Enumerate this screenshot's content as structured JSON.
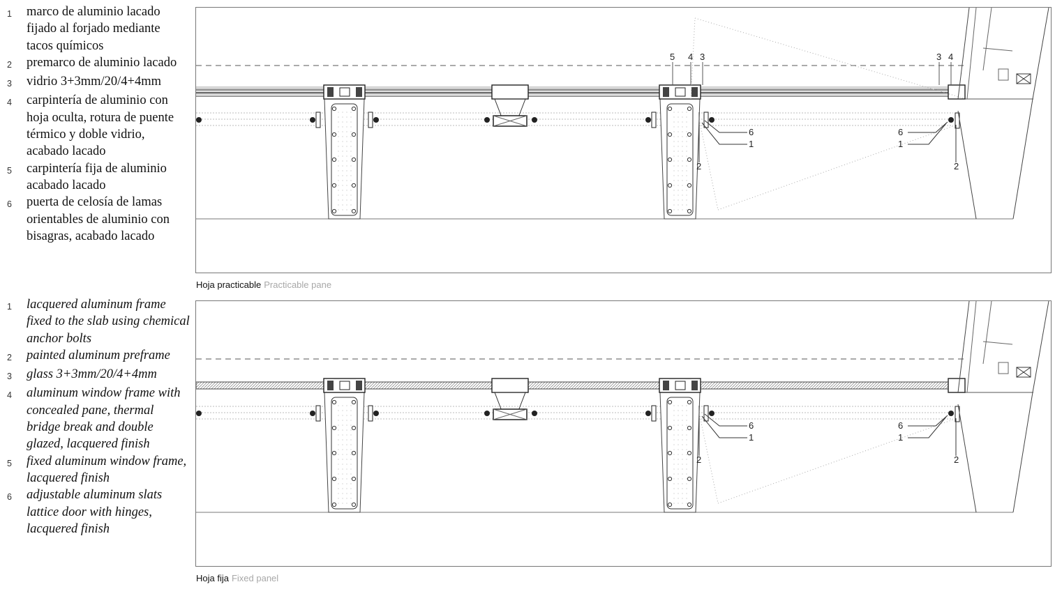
{
  "legend_es": [
    {
      "num": "1",
      "text": "marco de aluminio lacado fijado al forjado mediante tacos químicos"
    },
    {
      "num": "2",
      "text": "premarco de aluminio lacado"
    },
    {
      "num": "3",
      "text": "vidrio 3+3mm/20/4+4mm"
    },
    {
      "num": "4",
      "text": "carpintería de aluminio con hoja oculta, rotura de puente térmico y doble vidrio, acabado lacado"
    },
    {
      "num": "5",
      "text": "carpintería fija de aluminio acabado lacado"
    },
    {
      "num": "6",
      "text": "puerta de celosía de lamas orientables de aluminio con bisagras, acabado lacado"
    }
  ],
  "legend_en": [
    {
      "num": "1",
      "text": "lacquered aluminum frame fixed to the slab using chemical anchor bolts"
    },
    {
      "num": "2",
      "text": "painted aluminum preframe"
    },
    {
      "num": "3",
      "text": "glass 3+3mm/20/4+4mm"
    },
    {
      "num": "4",
      "text": "aluminum window frame with concealed pane, thermal bridge break and double glazed, lacquered finish"
    },
    {
      "num": "5",
      "text": "fixed aluminum window frame, lacquered finish"
    },
    {
      "num": "6",
      "text": "adjustable aluminum slats lattice door with hinges, lacquered finish"
    }
  ],
  "panels": [
    {
      "caption_es": "Hoja practicable",
      "caption_en": "Practicable pane",
      "callouts_top": [
        "5",
        "4",
        "3",
        "3",
        "4"
      ],
      "callouts_side": [
        "6",
        "1",
        "2",
        "6",
        "1",
        "2"
      ]
    },
    {
      "caption_es": "Hoja fija",
      "caption_en": "Fixed panel",
      "callouts_top": [],
      "callouts_side": [
        "6",
        "1",
        "2",
        "6",
        "1",
        "2"
      ]
    }
  ]
}
